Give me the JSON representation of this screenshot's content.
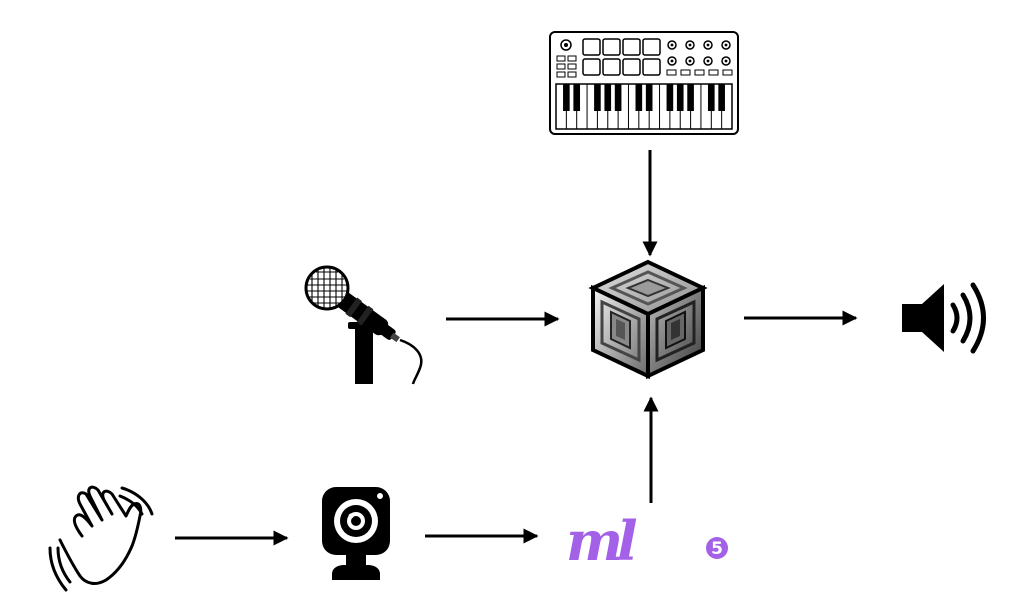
{
  "nodes": {
    "midi_keyboard": {
      "icon": "midi-keyboard-icon"
    },
    "microphone": {
      "icon": "microphone-icon"
    },
    "processor": {
      "icon": "3d-cube-icon"
    },
    "speaker": {
      "icon": "speaker-icon"
    },
    "hand_gesture": {
      "icon": "waving-hand-icon"
    },
    "webcam": {
      "icon": "webcam-icon"
    },
    "ml5": {
      "logo_text": "ml",
      "badge": "5",
      "color": "#a361e8"
    }
  },
  "edges": [
    {
      "from": "midi_keyboard",
      "to": "processor"
    },
    {
      "from": "microphone",
      "to": "processor"
    },
    {
      "from": "processor",
      "to": "speaker"
    },
    {
      "from": "hand_gesture",
      "to": "webcam"
    },
    {
      "from": "webcam",
      "to": "ml5"
    },
    {
      "from": "ml5",
      "to": "processor"
    }
  ],
  "colors": {
    "arrow": "#000000",
    "ml5_accent": "#a361e8"
  }
}
